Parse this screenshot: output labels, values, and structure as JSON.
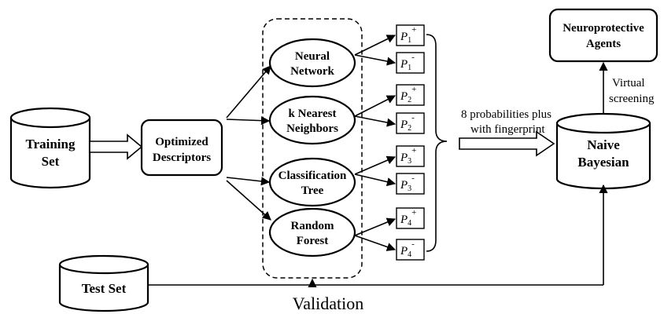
{
  "nodes": {
    "training_set": [
      "Training",
      "Set"
    ],
    "optimized_descriptors": [
      "Optimized",
      "Descriptors"
    ],
    "neural_network": [
      "Neural",
      "Network"
    ],
    "knn": [
      "k Nearest",
      "Neighbors"
    ],
    "classification_tree": [
      "Classification",
      "Tree"
    ],
    "random_forest": [
      "Random",
      "Forest"
    ],
    "naive_bayesian": [
      "Naive",
      "Bayesian"
    ],
    "neuroprotective_agents": [
      "Neuroprotective",
      "Agents"
    ],
    "test_set": "Test Set"
  },
  "probabilities": [
    {
      "letter": "P",
      "sub": "1",
      "sup": "+"
    },
    {
      "letter": "P",
      "sub": "1",
      "sup": "-"
    },
    {
      "letter": "P",
      "sub": "2",
      "sup": "+"
    },
    {
      "letter": "P",
      "sub": "2",
      "sup": "-"
    },
    {
      "letter": "P",
      "sub": "3",
      "sup": "+"
    },
    {
      "letter": "P",
      "sub": "3",
      "sup": "-"
    },
    {
      "letter": "P",
      "sub": "4",
      "sup": "+"
    },
    {
      "letter": "P",
      "sub": "4",
      "sup": "-"
    }
  ],
  "labels": {
    "probabilities_note": [
      "8 probabilities  plus",
      "with fingerprint"
    ],
    "virtual_screening": [
      "Virtual",
      "screening"
    ],
    "validation": "Validation"
  }
}
